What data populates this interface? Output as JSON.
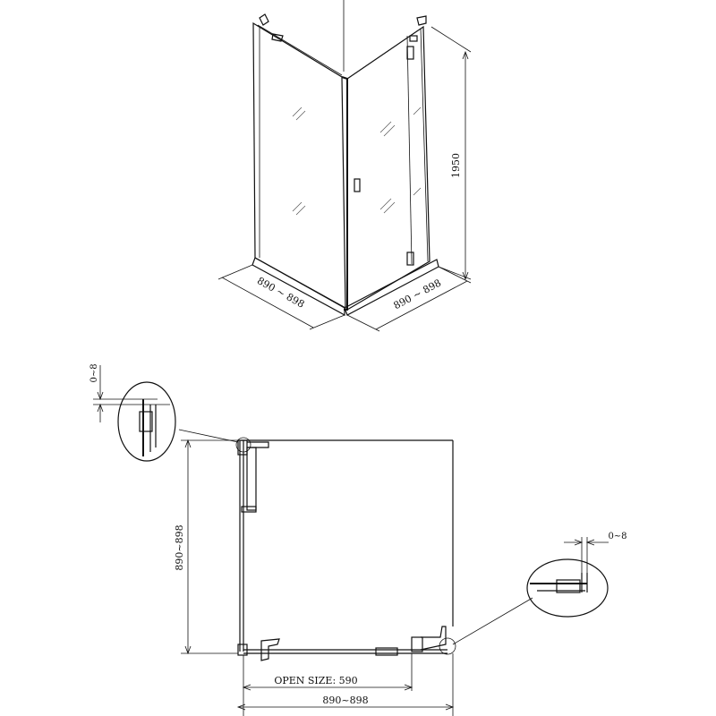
{
  "dimensions": {
    "height": "1950",
    "iso_left_width": "890 ~ 898",
    "iso_right_width": "890 ~ 898",
    "plan_depth": "890~898",
    "open_size": "OPEN SIZE: 590",
    "plan_width": "890~898",
    "gap_top_left": "0~8",
    "gap_right": "0~8"
  },
  "colors": {
    "line": "#111111",
    "background": "#ffffff"
  }
}
